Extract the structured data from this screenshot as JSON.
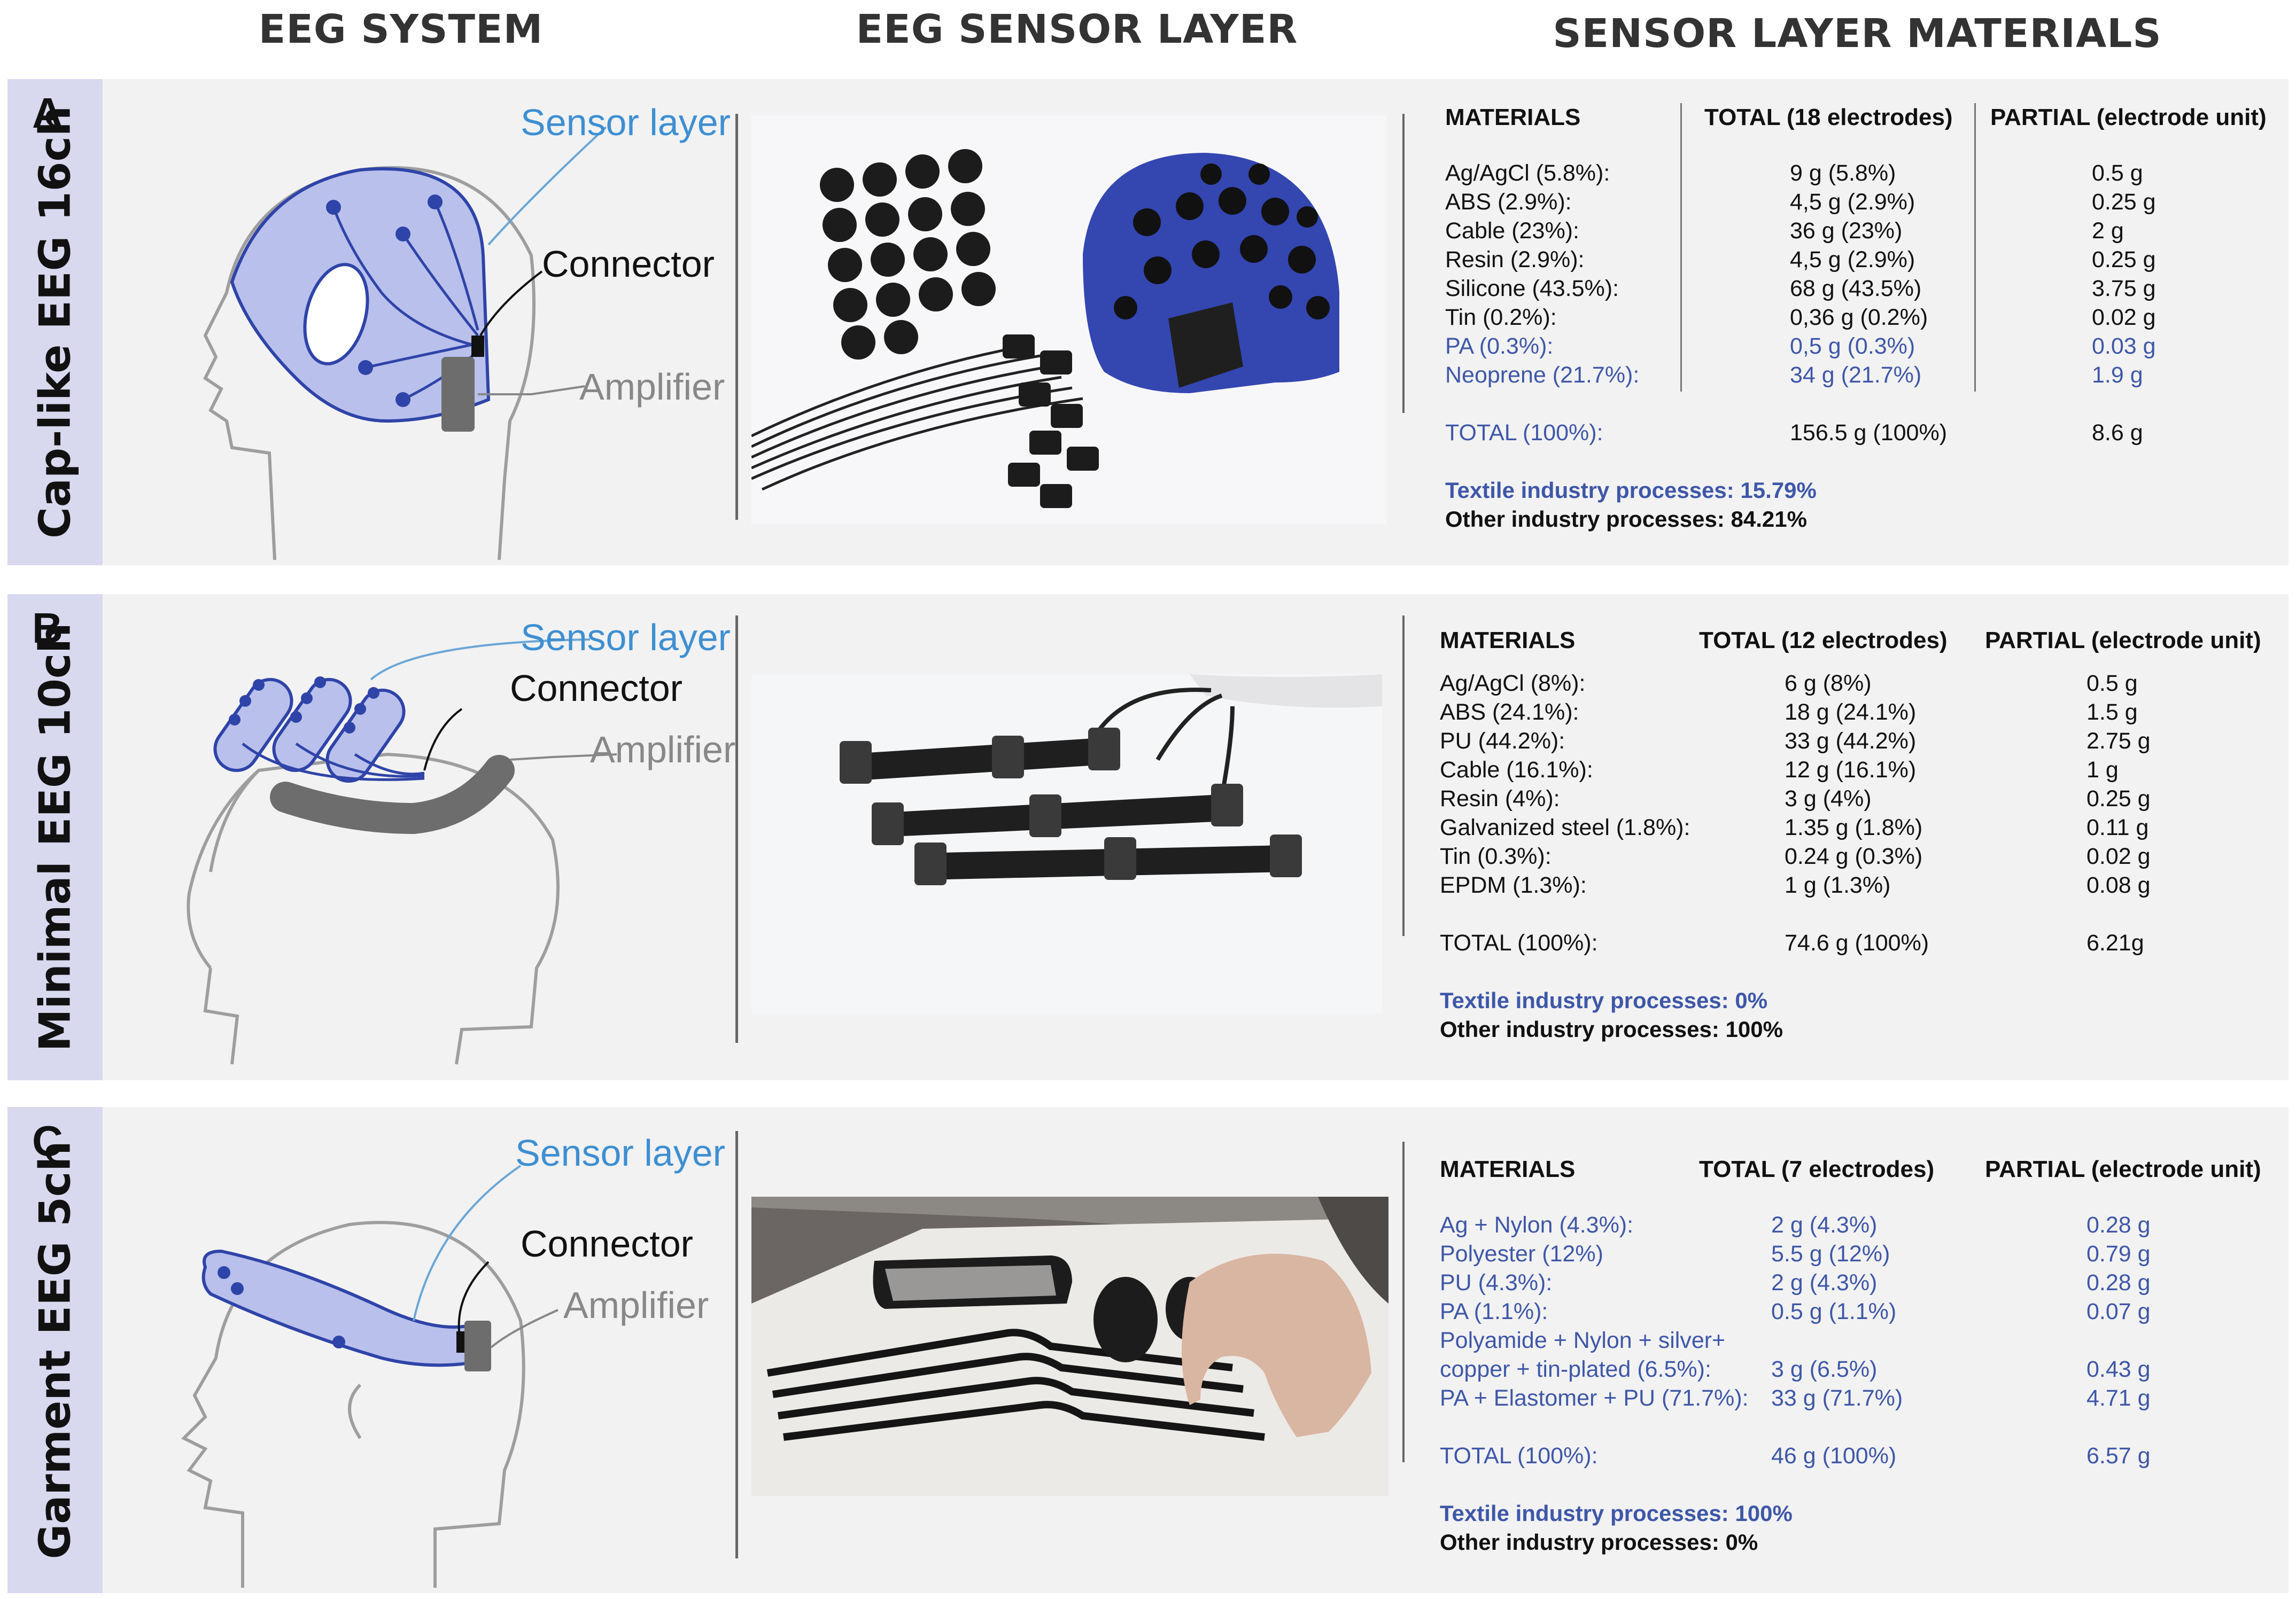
{
  "headers": {
    "system": "EEG SYSTEM",
    "sensor_layer": "EEG SENSOR LAYER",
    "materials": "SENSOR LAYER MATERIALS"
  },
  "colors": {
    "blue_text": "#3e57a8",
    "sensor_fill": "#b9c0ec",
    "sensor_stroke": "#2f44a8",
    "amplifier_gray": "#6d6d6d",
    "row_background": "#f2f2f2",
    "side_band": "#d8d8ef"
  },
  "rows": [
    {
      "letter": "A",
      "side_label": "Cap-like EEG 16ch",
      "labels": {
        "sensor_layer": "Sensor layer",
        "connector": "Connector",
        "amplifier": "Amplifier"
      },
      "table": {
        "headers": [
          "MATERIALS",
          "TOTAL (18 electrodes)",
          "PARTIAL (electrode unit)"
        ],
        "rows": [
          {
            "material": "Ag/AgCl (5.8%):",
            "total": "9 g (5.8%)",
            "partial": "0.5 g",
            "textile": false
          },
          {
            "material": "ABS (2.9%):",
            "total": "4,5 g (2.9%)",
            "partial": "0.25 g",
            "textile": false
          },
          {
            "material": "Cable (23%):",
            "total": "36 g (23%)",
            "partial": "2 g",
            "textile": false
          },
          {
            "material": "Resin (2.9%):",
            "total": "4,5 g (2.9%)",
            "partial": "0.25 g",
            "textile": false
          },
          {
            "material": "Silicone (43.5%):",
            "total": "68 g (43.5%)",
            "partial": "3.75 g",
            "textile": false
          },
          {
            "material": "Tin (0.2%):",
            "total": "0,36 g (0.2%)",
            "partial": "0.02 g",
            "textile": false
          },
          {
            "material": "PA (0.3%):",
            "total": "0,5 g (0.3%)",
            "partial": "0.03 g",
            "textile": true
          },
          {
            "material": "Neoprene (21.7%):",
            "total": "34 g (21.7%)",
            "partial": "1.9 g",
            "textile": true
          }
        ],
        "total": {
          "material": "TOTAL (100%):",
          "total": "156.5 g (100%)",
          "partial": "8.6 g",
          "textile": false
        },
        "textile_processes": "Textile industry processes: 15.79%",
        "other_processes": "Other industry processes: 84.21%"
      }
    },
    {
      "letter": "B",
      "side_label": "Minimal EEG 10ch",
      "labels": {
        "sensor_layer": "Sensor layer",
        "connector": "Connector",
        "amplifier": "Amplifier"
      },
      "table": {
        "headers": [
          "MATERIALS",
          "TOTAL (12 electrodes)",
          "PARTIAL (electrode unit)"
        ],
        "rows": [
          {
            "material": "Ag/AgCl (8%):",
            "total": "6 g (8%)",
            "partial": "0.5 g",
            "textile": false
          },
          {
            "material": "ABS (24.1%):",
            "total": "18 g (24.1%)",
            "partial": "1.5 g",
            "textile": false
          },
          {
            "material": "PU (44.2%):",
            "total": "33 g (44.2%)",
            "partial": "2.75 g",
            "textile": false
          },
          {
            "material": "Cable (16.1%):",
            "total": "12 g (16.1%)",
            "partial": "1 g",
            "textile": false
          },
          {
            "material": "Resin (4%):",
            "total": "3 g (4%)",
            "partial": "0.25 g",
            "textile": false
          },
          {
            "material": "Galvanized steel (1.8%):",
            "total": "1.35 g (1.8%)",
            "partial": "0.11 g",
            "textile": false
          },
          {
            "material": "Tin (0.3%):",
            "total": "0.24 g (0.3%)",
            "partial": "0.02 g",
            "textile": false
          },
          {
            "material": "EPDM (1.3%):",
            "total": "1 g (1.3%)",
            "partial": "0.08 g",
            "textile": false
          }
        ],
        "total": {
          "material": "TOTAL (100%):",
          "total": "74.6 g (100%)",
          "partial": "6.21g",
          "textile": false
        },
        "textile_processes": "Textile industry processes: 0%",
        "other_processes": "Other industry processes: 100%"
      }
    },
    {
      "letter": "C",
      "side_label": "Garment EEG 5ch",
      "labels": {
        "sensor_layer": "Sensor layer",
        "connector": "Connector",
        "amplifier": "Amplifier"
      },
      "table": {
        "headers": [
          "MATERIALS",
          "TOTAL (7 electrodes)",
          "PARTIAL (electrode unit)"
        ],
        "rows": [
          {
            "material": "Ag + Nylon (4.3%):",
            "total": "2 g (4.3%)",
            "partial": "0.28 g",
            "textile": true
          },
          {
            "material": "Polyester (12%)",
            "total": "5.5 g (12%)",
            "partial": "0.79 g",
            "textile": true
          },
          {
            "material": "PU (4.3%):",
            "total": "2 g (4.3%)",
            "partial": "0.28 g",
            "textile": true
          },
          {
            "material": "PA (1.1%):",
            "total": "0.5 g (1.1%)",
            "partial": "0.07 g",
            "textile": true
          },
          {
            "material": "Polyamide + Nylon + silver+",
            "total": "",
            "partial": "",
            "textile": true
          },
          {
            "material": "copper + tin-plated (6.5%):",
            "total": "3 g (6.5%)",
            "partial": "0.43 g",
            "textile": true
          },
          {
            "material": "PA + Elastomer + PU (71.7%):",
            "total": "33 g (71.7%)",
            "partial": "4.71 g",
            "textile": true
          }
        ],
        "total": {
          "material": "TOTAL (100%):",
          "total": "46 g (100%)",
          "partial": "6.57 g",
          "textile": true
        },
        "textile_processes": "Textile industry processes: 100%",
        "other_processes": "Other industry processes: 0%"
      }
    }
  ]
}
